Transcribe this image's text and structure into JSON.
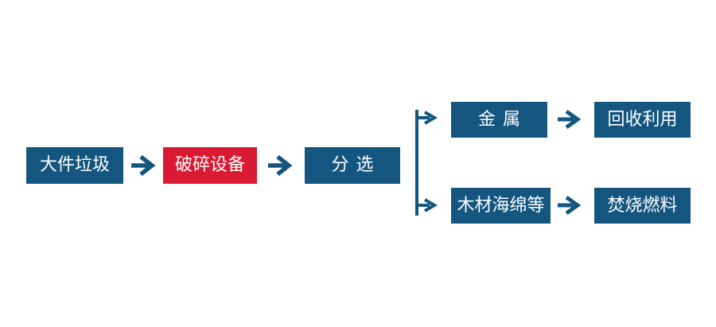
{
  "diagram": {
    "type": "flowchart",
    "description": "Bulky waste processing flow",
    "colors": {
      "box_blue": "#14567F",
      "box_red": "#DA1A32",
      "arrow_blue": "#14567F",
      "text": "#FFFFFF",
      "background": "#FFFFFF"
    },
    "flow": {
      "main": [
        {
          "id": "bulky-waste",
          "label": "大件垃圾",
          "variant": "blue"
        },
        {
          "id": "crushing-equipment",
          "label": "破碎设备",
          "variant": "red"
        },
        {
          "id": "sorting",
          "label": "分选",
          "variant": "blue"
        }
      ],
      "branches": [
        {
          "position": "top",
          "items": [
            {
              "id": "metal",
              "label": "金属",
              "variant": "blue"
            },
            {
              "id": "recycling",
              "label": "回收利用",
              "variant": "blue"
            }
          ]
        },
        {
          "position": "bottom",
          "items": [
            {
              "id": "wood-sponge-etc",
              "label": "木材海绵等",
              "variant": "blue"
            },
            {
              "id": "incineration-fuel",
              "label": "焚烧燃料",
              "variant": "blue"
            }
          ]
        }
      ]
    }
  }
}
